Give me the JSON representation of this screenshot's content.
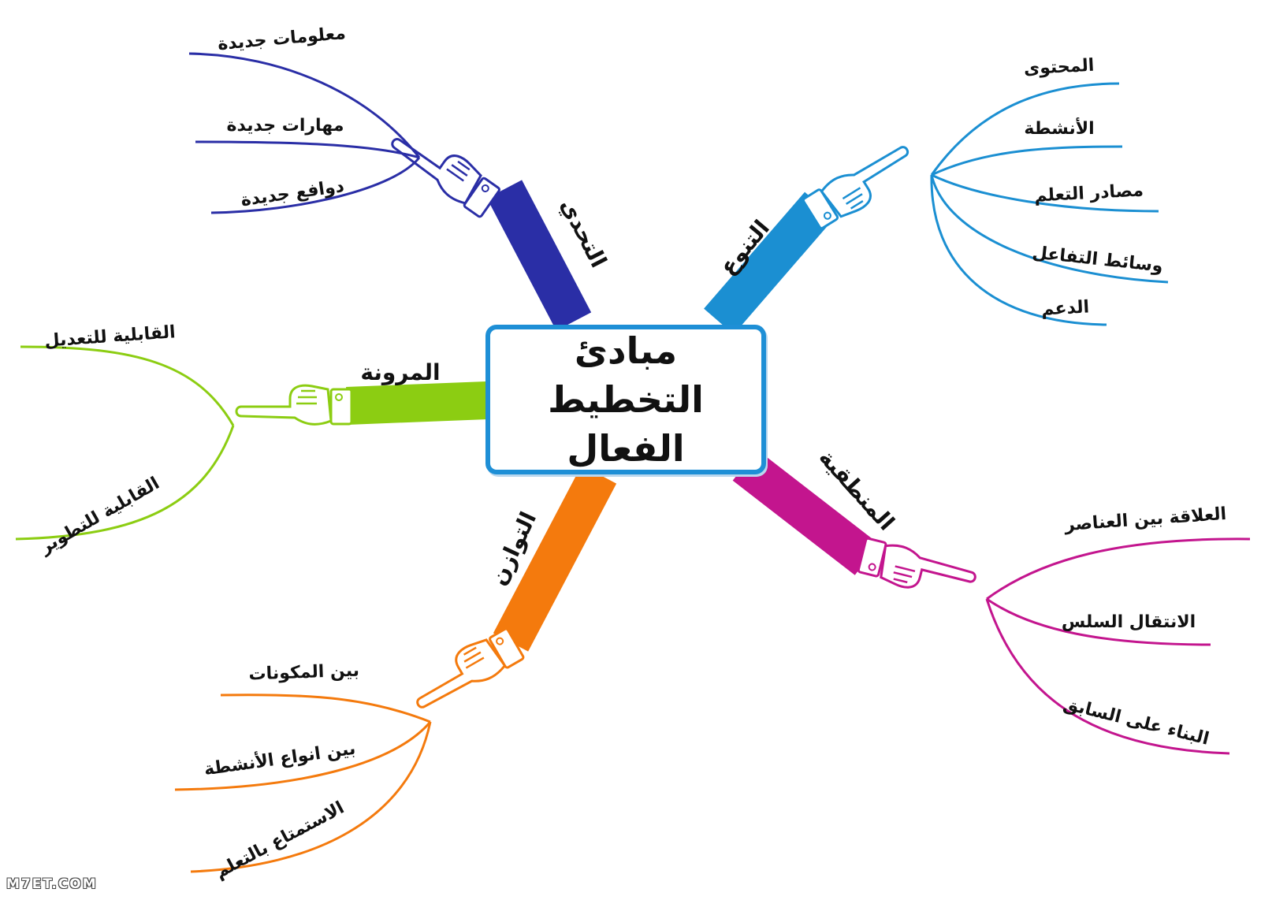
{
  "title_line1": "مبادئ التخطيط",
  "title_line2": "الفعال",
  "watermark": "M7ET.COM",
  "branches": [
    {
      "id": "challenge",
      "label": "التحدي",
      "color": "#2a2ea6",
      "items": [
        "معلومات جديدة",
        "مهارات جديدة",
        "دوافع جديدة"
      ]
    },
    {
      "id": "diversity",
      "label": "التنوع",
      "color": "#1b8fd2",
      "items": [
        "المحتوى",
        "الأنشطة",
        "مصادر التعلم",
        "وسائط التفاعل",
        "الدعم"
      ]
    },
    {
      "id": "flexibility",
      "label": "المرونة",
      "color": "#8ccd12",
      "items": [
        "القابلية للتعديل",
        "القابلية للتطوير"
      ]
    },
    {
      "id": "logic",
      "label": "المنطقية",
      "color": "#c3158e",
      "items": [
        "العلاقة بين العناصر",
        "الانتقال السلس",
        "البناء على السابق"
      ]
    },
    {
      "id": "balance",
      "label": "التوازن",
      "color": "#f47a0d",
      "items": [
        "بين المكونات",
        "بين انواع الأنشطة",
        "الاستمتاع بالتعلم"
      ]
    }
  ]
}
